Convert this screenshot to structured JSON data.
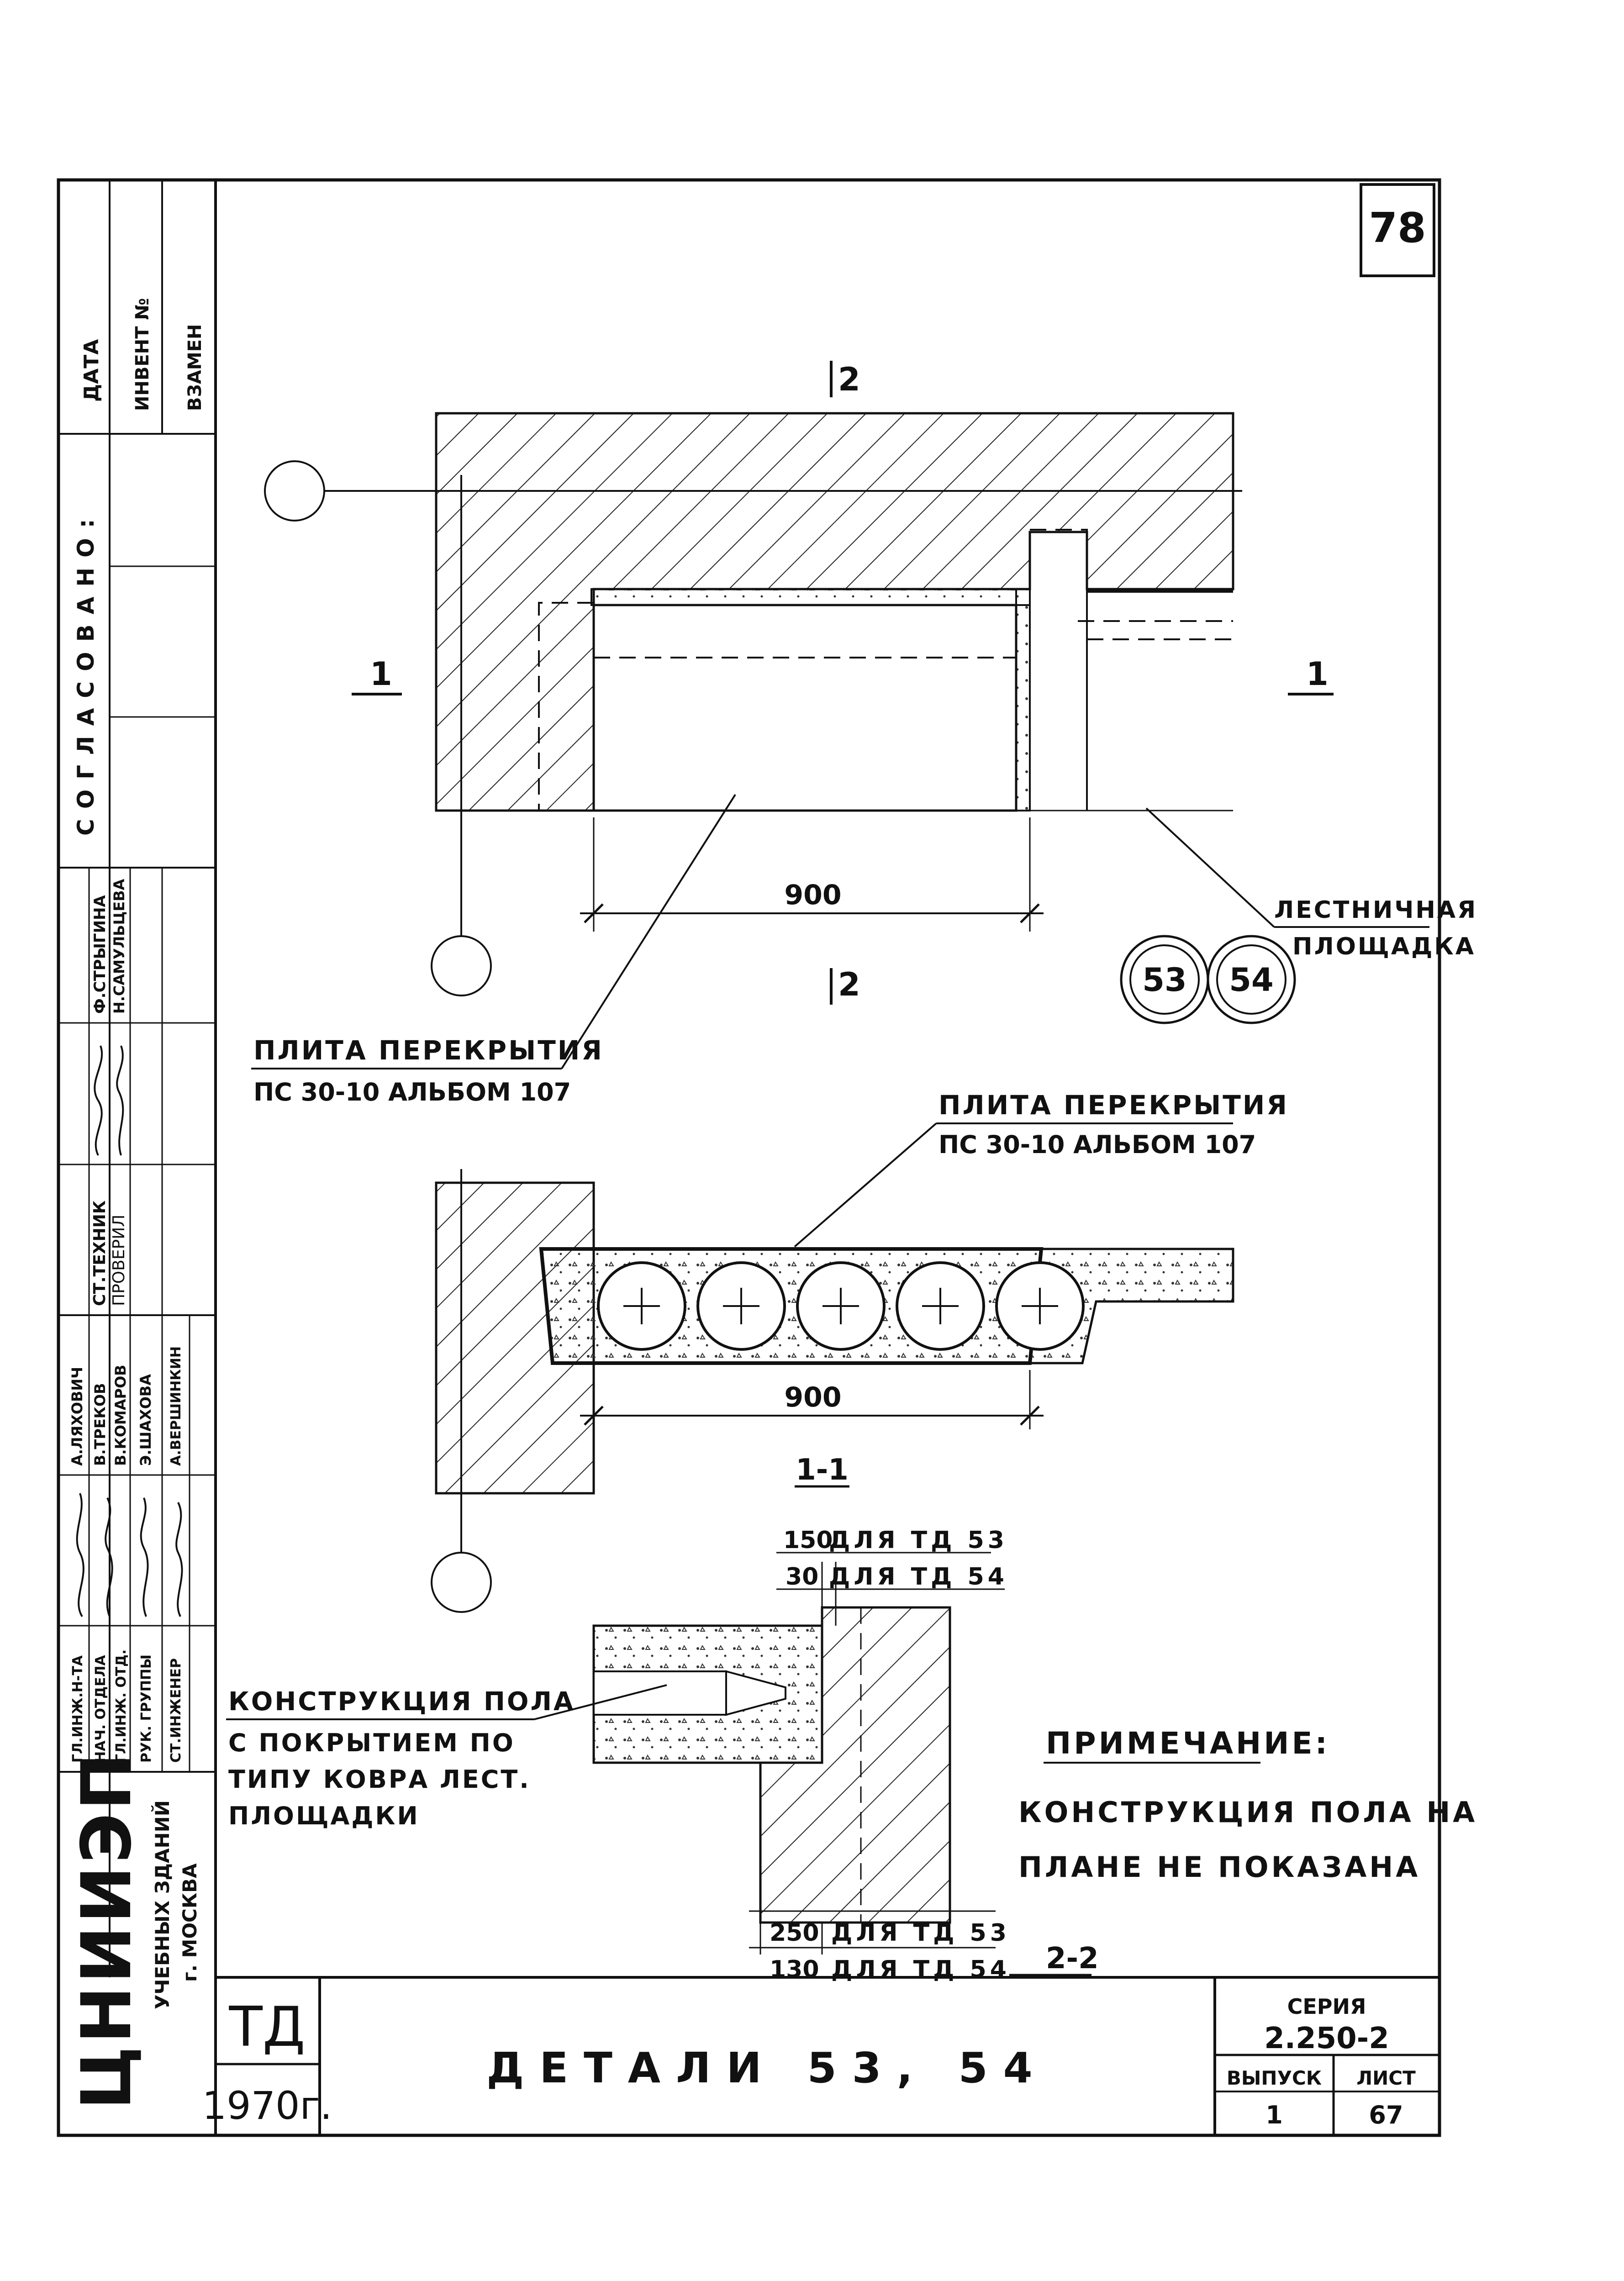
{
  "sheet_number": "78",
  "stamp": {
    "soglasovano": "СОГЛАСОВАНО:",
    "data": "ДАТА",
    "invent": "ИНВЕНТ №",
    "vzamen": "ВЗАМЕН",
    "roles": [
      "ГЛ.ИНЖ.Н-ТА",
      "НАЧ. ОТДЕЛА",
      "ГЛ.ИНЖ. ОТД.",
      "РУК. ГРУППЫ",
      "СТ.ИНЖЕНЕР"
    ],
    "names": [
      "А.ЛЯХОВИЧ",
      "В.ТРЕКОВ",
      "В.КОМАРОВ",
      "Э.ШАХОВА",
      "А.ВЕРШИНКИН"
    ],
    "techn_role": "СТ.ТЕХНИК",
    "check_role": "ПРОВЕРИЛ",
    "techn_name": "Ф.СТРЫГИНА",
    "check_name": "Н.САМУЛЬЦЕВА",
    "org_logo": "ЦНИИЭП",
    "org_line1": "УЧЕБНЫХ ЗДАНИЙ",
    "org_line2": "г. МОСКВА"
  },
  "plan": {
    "cut_top": "2",
    "cut_bottom": "2",
    "cut_left": "1",
    "cut_right": "1",
    "dimension": "900",
    "slab_callout_line1": "ПЛИТА ПЕРЕКРЫТИЯ",
    "slab_callout_line2": "ПС 30-10 АЛЬБОМ 107",
    "landing_line1": "ЛЕСТНИЧНАЯ",
    "landing_line2": "ПЛОЩАДКА",
    "detail_a": "53",
    "detail_b": "54"
  },
  "section_1": {
    "slab_callout_line1": "ПЛИТА ПЕРЕКРЫТИЯ",
    "slab_callout_line2": "ПС 30-10 АЛЬБОМ 107",
    "dimension": "900",
    "label": "1-1"
  },
  "section_2": {
    "top_dim_a": "150",
    "top_dim_a_text": "ДЛЯ ТД 53",
    "top_dim_b": "30",
    "top_dim_b_text": "ДЛЯ ТД 54",
    "floor_line1": "КОНСТРУКЦИЯ ПОЛА",
    "floor_line2": "С ПОКРЫТИЕМ ПО",
    "floor_line3": "ТИПУ КОВРА ЛЕСТ.",
    "floor_line4": "ПЛОЩАДКИ",
    "bot_dim_a": "250",
    "bot_dim_a_text": "ДЛЯ ТД 53",
    "bot_dim_b": "130",
    "bot_dim_b_text": "ДЛЯ ТД 54",
    "label": "2-2"
  },
  "note": {
    "title": "ПРИМЕЧАНИЕ:",
    "line1": "КОНСТРУКЦИЯ ПОЛА НА",
    "line2": "ПЛАНЕ НЕ ПОКАЗАНА"
  },
  "title_block": {
    "code": "ТД",
    "year": "1970г.",
    "title": "ДЕТАЛИ 53, 54",
    "series_label": "СЕРИЯ",
    "series_value": "2.250-2",
    "issue_label": "ВЫПУСК",
    "issue_value": "1",
    "sheet_label": "ЛИСТ",
    "sheet_value": "67"
  }
}
